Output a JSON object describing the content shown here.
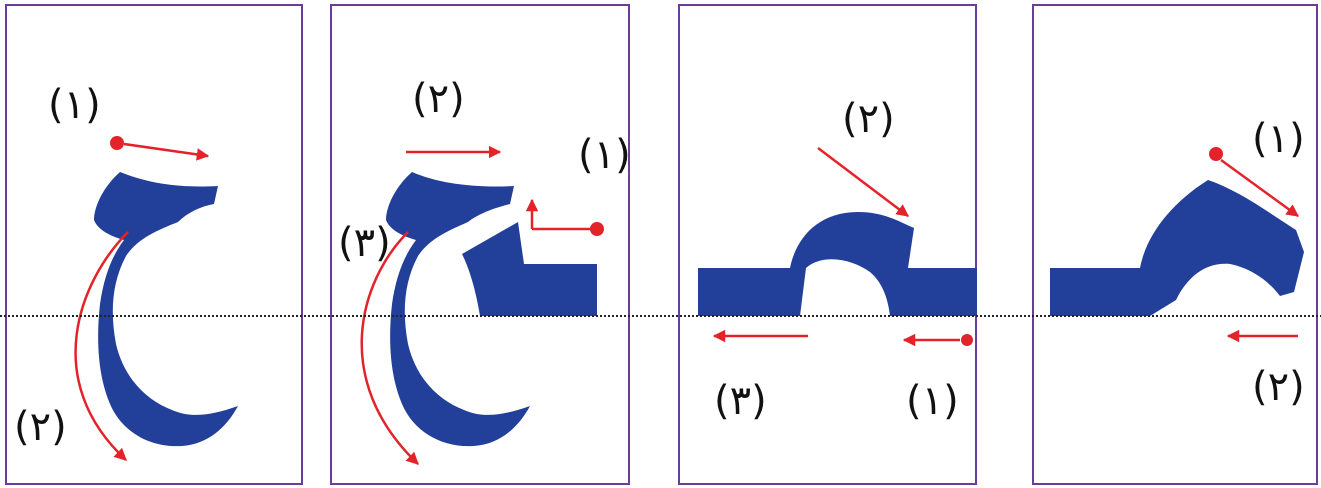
{
  "colors": {
    "panel_border": "#6a3d9a",
    "letter_fill": "#22409a",
    "arrow": "#e3232a",
    "baseline": "#222222",
    "label": "#111111"
  },
  "panels": [
    {
      "form": "isolated",
      "labels": {
        "first": "(١)",
        "second": "(٢)"
      }
    },
    {
      "form": "final",
      "labels": {
        "first": "(١)",
        "second": "(٢)",
        "third": "(٣)"
      }
    },
    {
      "form": "medial",
      "labels": {
        "first": "(١)",
        "second": "(٢)",
        "third": "(٣)"
      }
    },
    {
      "form": "initial",
      "labels": {
        "first": "(١)",
        "second": "(٢)"
      }
    }
  ]
}
